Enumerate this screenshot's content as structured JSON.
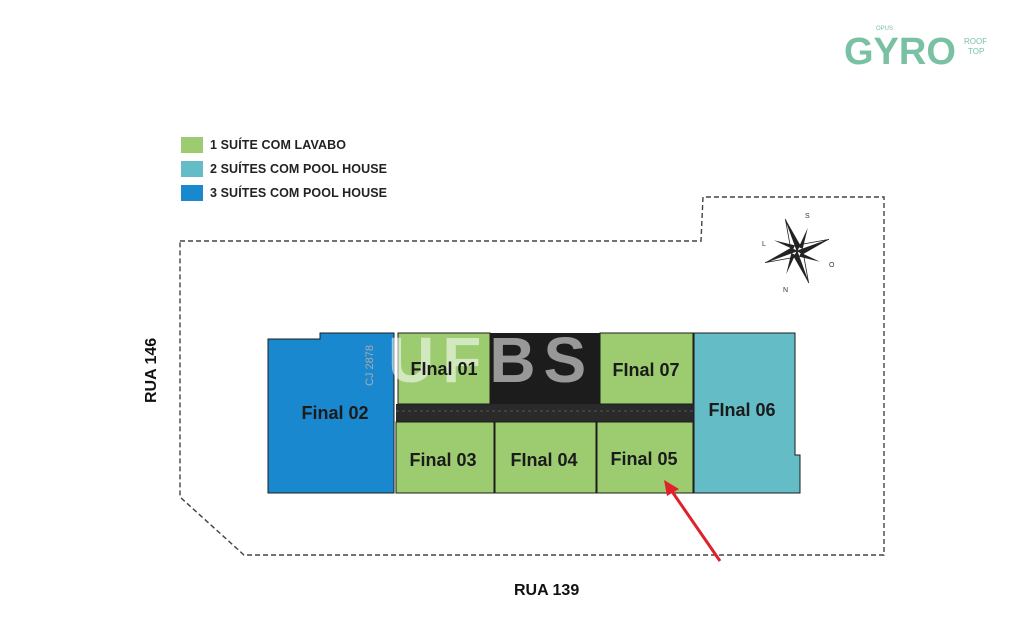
{
  "brand": {
    "small_text": "OPUS",
    "name": "GYRO",
    "tag_line1": "ROOF",
    "tag_line2": "TOP",
    "color": "#7ac1a3"
  },
  "legend": [
    {
      "label": "1 SUÍTE COM LAVABO",
      "color": "#9ccc6f"
    },
    {
      "label": "2 SUÍTES COM POOL HOUSE",
      "color": "#64bcc6"
    },
    {
      "label": "3 SUÍTES COM POOL HOUSE",
      "color": "#1a88cf"
    }
  ],
  "streets": {
    "bottom": "RUA 139",
    "left": "RUA 146"
  },
  "units": {
    "final_01": "FInal 01",
    "final_02": "Final 02",
    "final_03": "Final 03",
    "final_04": "FInal 04",
    "final_05": "Final 05",
    "final_06": "FInal 06",
    "final_07": "FInal 07"
  },
  "watermark": "UFBS",
  "lot_code": "CJ 2878",
  "compass": {
    "labels": [
      "S",
      "L",
      "O",
      "N"
    ]
  },
  "arrow_color": "#e0202a"
}
